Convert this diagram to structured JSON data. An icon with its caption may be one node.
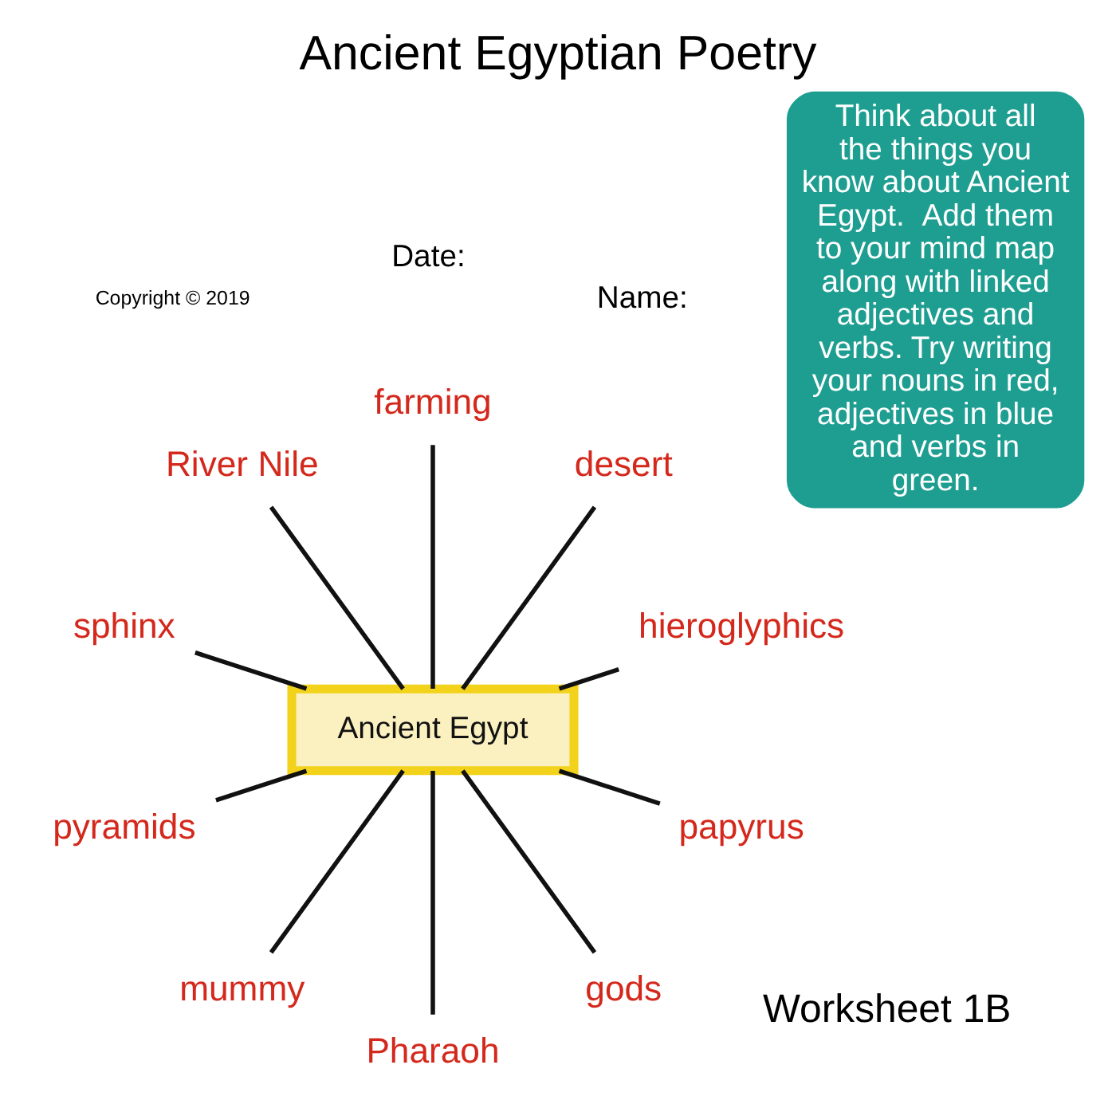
{
  "diagram": {
    "title": "Ancient Egyptian Poetry",
    "nodes": [
      {
        "text": [
          "Ancient Egypt"
        ]
      },
      {
        "text": [
          "hieroglyphics"
        ]
      },
      {
        "text": [
          "desert"
        ]
      },
      {
        "text": [
          "farming"
        ]
      },
      {
        "text": [
          "River Nile"
        ]
      },
      {
        "text": [
          "sphinx"
        ]
      },
      {
        "text": [
          "pyramids"
        ]
      },
      {
        "text": [
          "mummy"
        ]
      },
      {
        "text": [
          "Pharaoh"
        ]
      },
      {
        "text": [
          "gods"
        ]
      },
      {
        "text": [
          "papyrus"
        ]
      }
    ],
    "edges": [
      {
        "from": 0,
        "to": 1,
        "arrow": "none"
      },
      {
        "from": 0,
        "to": 2,
        "arrow": "none"
      },
      {
        "from": 0,
        "to": 3,
        "arrow": "none"
      },
      {
        "from": 0,
        "to": 4,
        "arrow": "none"
      },
      {
        "from": 0,
        "to": 5,
        "arrow": "none"
      },
      {
        "from": 0,
        "to": 6,
        "arrow": "none"
      },
      {
        "from": 0,
        "to": 7,
        "arrow": "none"
      },
      {
        "from": 0,
        "to": 8,
        "arrow": "none"
      },
      {
        "from": 0,
        "to": 9,
        "arrow": "none"
      },
      {
        "from": 0,
        "to": 10,
        "arrow": "none"
      }
    ],
    "labels": [
      "Worksheet 1B",
      "Name:",
      "Date:",
      "Think about all the things you know about Ancient Egypt.  Add them to your mind map along with linked adjectives and verbs. Try writing your nouns in red, adjectives in blue and verbs in green.",
      "Copyright © 2019"
    ]
  }
}
